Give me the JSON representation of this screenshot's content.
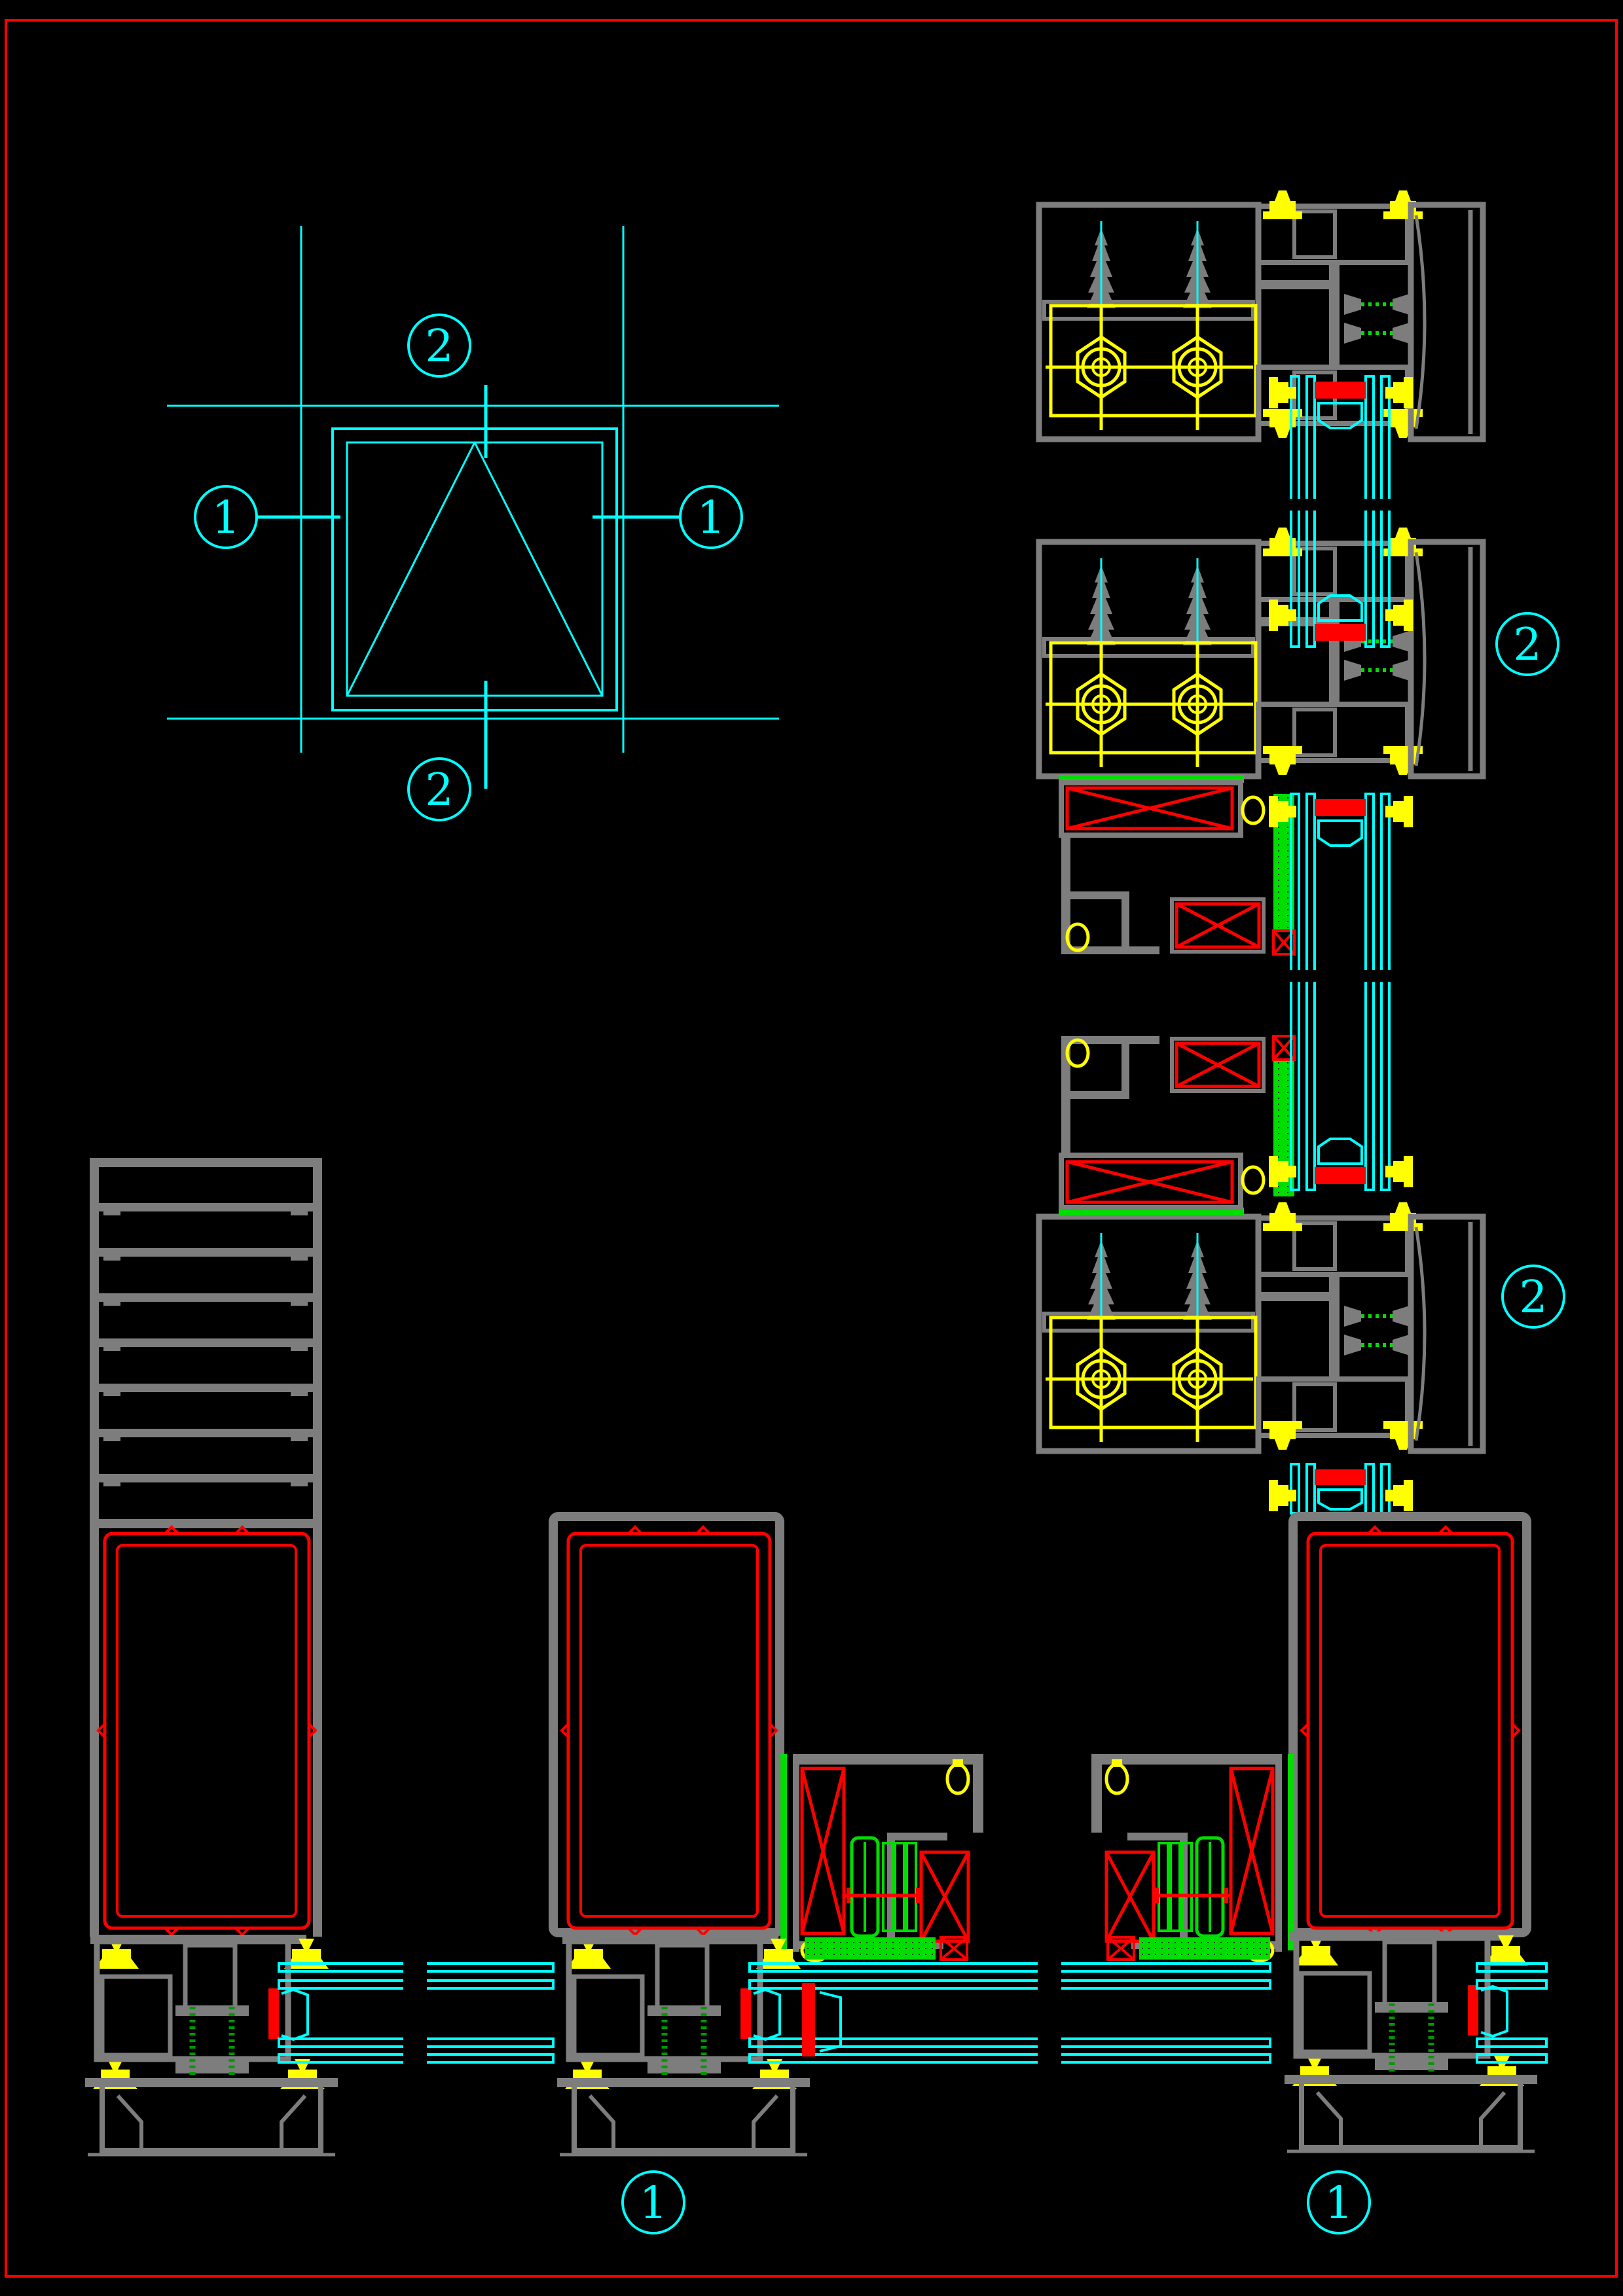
{
  "page": {
    "background": "#000000",
    "border_color": "#ff0000",
    "description_labels_visible": [
      "2",
      "1",
      "1",
      "2",
      "2",
      "2",
      "1",
      "1"
    ]
  },
  "palette": {
    "background": "#000000",
    "border_red": "#ff0000",
    "profile_gray": "#7d7d7d",
    "line_cyan": "#00ffff",
    "fastener_yellow": "#ffff00",
    "seal_red": "#ff0000",
    "gasket_green": "#00dd00",
    "thread_green": "#009900"
  },
  "elevation": {
    "marker_top": "2",
    "marker_bottom": "2",
    "marker_left": "1",
    "marker_right": "1"
  },
  "sections": {
    "detail_2_upper": "2",
    "detail_2_lower": "2",
    "detail_1_left": "1",
    "detail_1_right": "1"
  }
}
